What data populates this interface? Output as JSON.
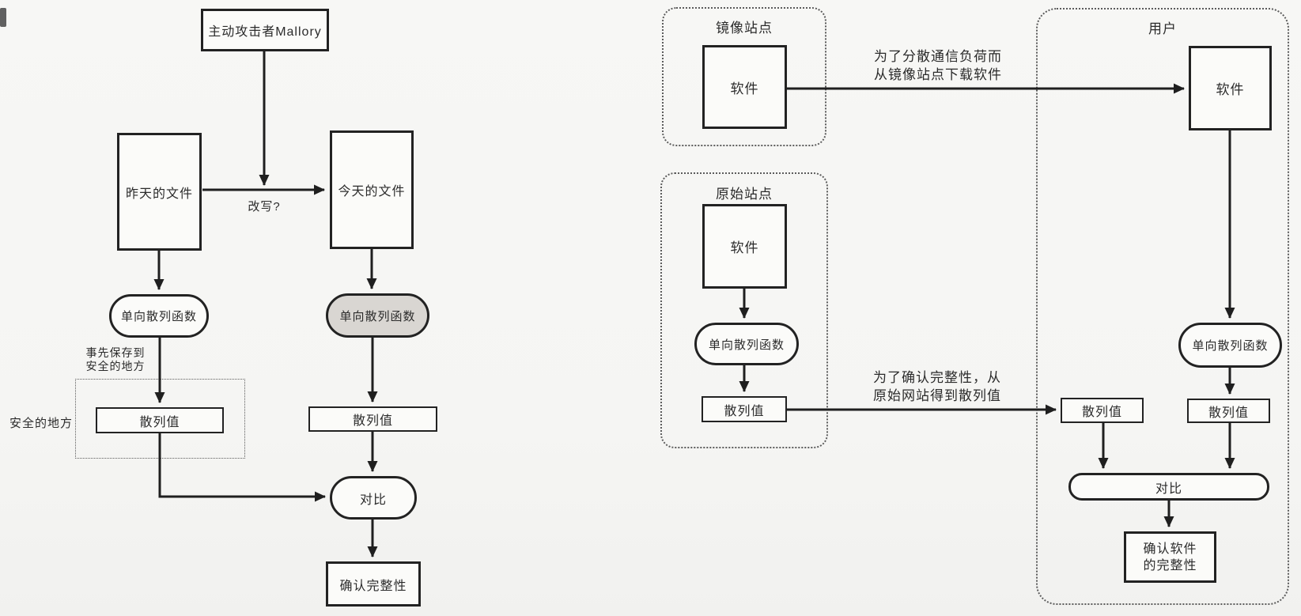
{
  "page": {
    "background": "#f6f6f4",
    "line_color": "#1f1f1f",
    "shaded_fill": "#d9d6d2"
  },
  "left_diagram": {
    "attacker": "主动攻击者Mallory",
    "yesterday_file": "昨天的文件",
    "today_file": "今天的文件",
    "rewrite_question": "改写?",
    "hash_fn_yesterday": "单向散列函数",
    "hash_fn_today": "单向散列函数",
    "save_note": {
      "line1": "事先保存到",
      "line2": "安全的地方"
    },
    "safe_place": "安全的地方",
    "hash_value_yesterday": "散列值",
    "hash_value_today": "散列值",
    "compare": "对比",
    "confirm": "确认完整性"
  },
  "right_diagram": {
    "mirror_site": {
      "title": "镜像站点",
      "software": "软件"
    },
    "origin_site": {
      "title": "原始站点",
      "software": "软件",
      "hash_fn": "单向散列函数",
      "hash_value": "散列值"
    },
    "user": {
      "title": "用户",
      "software": "软件",
      "hash_fn": "单向散列函数",
      "hash_value_from_origin": "散列值",
      "hash_value_computed": "散列值",
      "compare": "对比",
      "confirm": {
        "line1": "确认软件",
        "line2": "的完整性"
      }
    },
    "download_note": {
      "line1": "为了分散通信负荷而",
      "line2": "从镜像站点下载软件"
    },
    "hash_note": {
      "line1": "为了确认完整性，从",
      "line2": "原始网站得到散列值"
    }
  }
}
